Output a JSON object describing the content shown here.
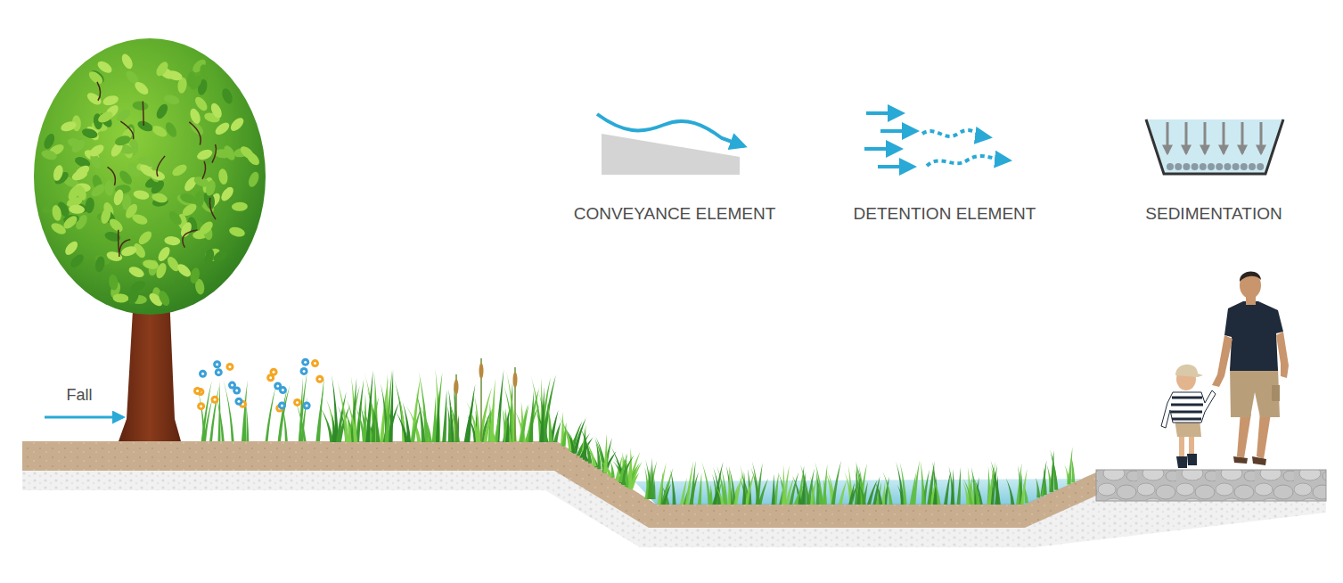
{
  "diagram": {
    "labels": [
      "CONVEYANCE ELEMENT",
      "DETENTION ELEMENT",
      "SEDIMENTATION",
      "Fall"
    ]
  }
}
